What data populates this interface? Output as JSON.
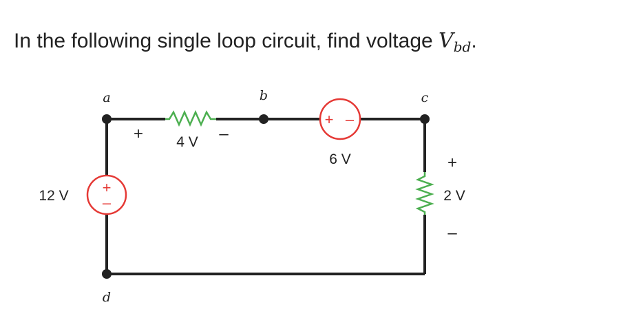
{
  "question": {
    "text": "In the following single loop circuit, find voltage ",
    "var": "V",
    "sub": "bd",
    "end": "."
  },
  "circuit": {
    "nodes": {
      "a": "a",
      "b": "b",
      "c": "c",
      "d": "d"
    },
    "resistor_top": {
      "plus": "+",
      "value": "4 V",
      "minus": "–"
    },
    "source_top": {
      "plus": "+",
      "minus": "–",
      "value": "6 V"
    },
    "source_left": {
      "plus": "+",
      "minus": "–",
      "value": "12 V"
    },
    "resistor_right": {
      "plus": "+",
      "value": "2 V",
      "minus": "–"
    }
  },
  "colors": {
    "wire": "#222222",
    "resistor": "#4caf50",
    "source": "#e53935"
  }
}
